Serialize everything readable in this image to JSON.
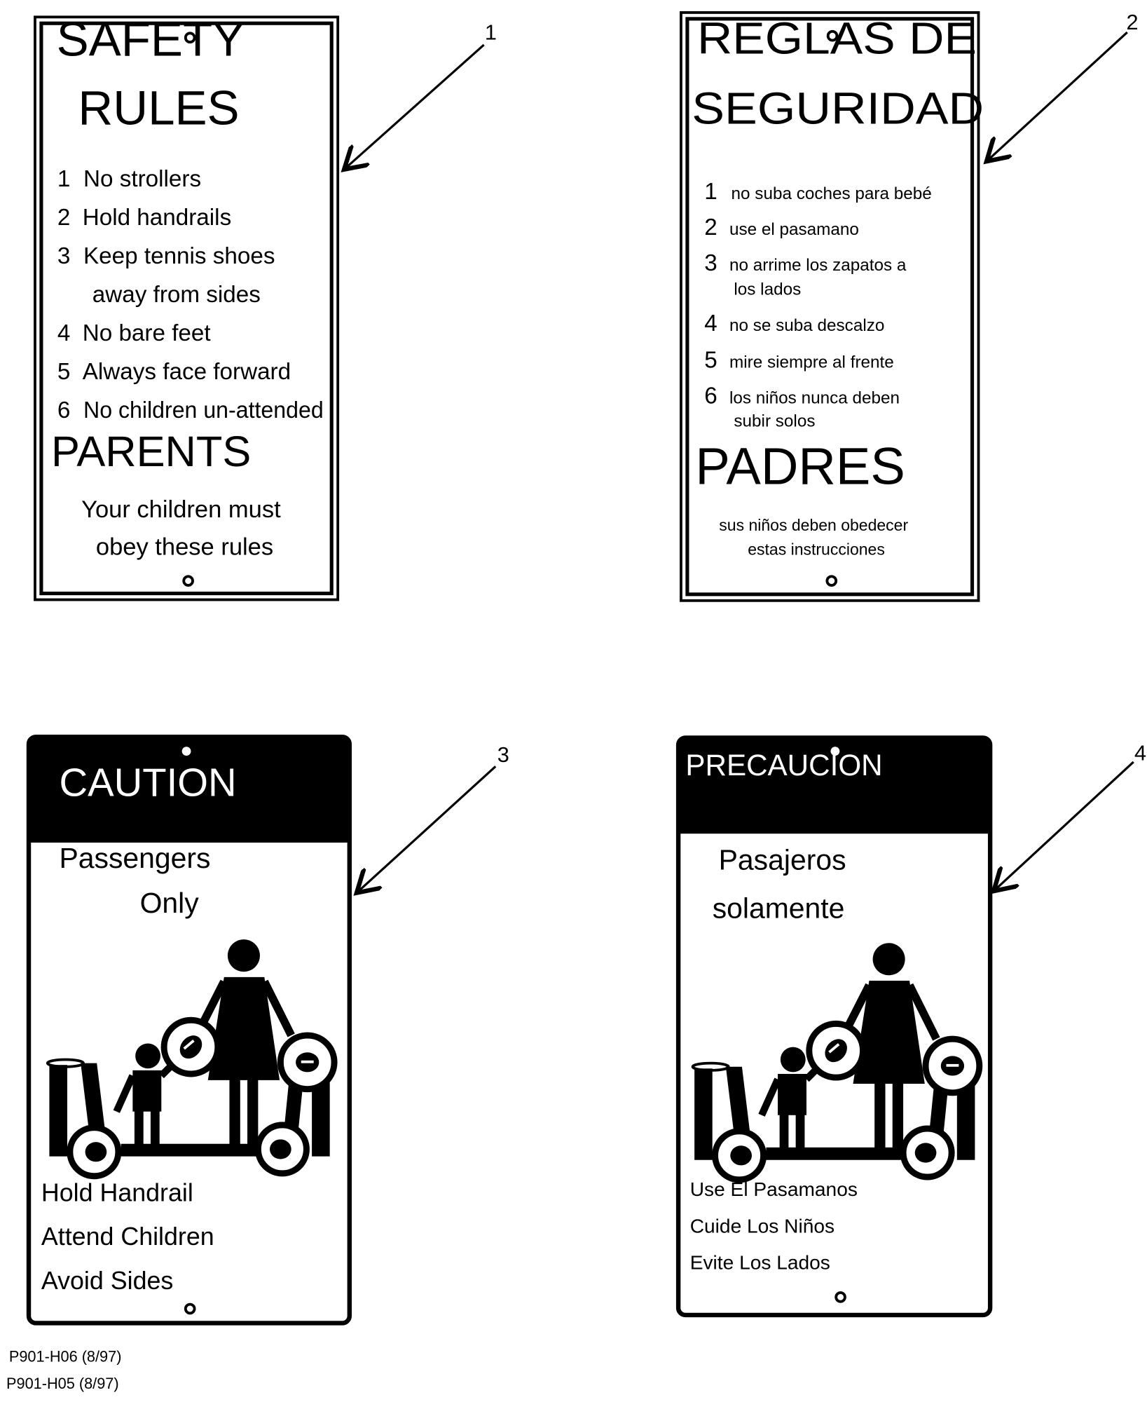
{
  "signs": [
    {
      "callout": "1",
      "title": [
        "SAFETY",
        "RULES"
      ],
      "rules": [
        {
          "num": "1",
          "text": "No strollers"
        },
        {
          "num": "2",
          "text": "Hold handrails"
        },
        {
          "num": "3",
          "text": "Keep tennis shoes",
          "cont": "away from sides"
        },
        {
          "num": "4",
          "text": "No bare feet"
        },
        {
          "num": "5",
          "text": "Always face forward"
        },
        {
          "num": "6",
          "text": "No children un-attended"
        }
      ],
      "subtitle": "PARENTS",
      "footer": [
        "Your children must",
        "obey these rules"
      ]
    },
    {
      "callout": "2",
      "title": [
        "REGLAS DE",
        "SEGURIDAD"
      ],
      "rules": [
        {
          "num": "1",
          "text": "no suba coches para bebé"
        },
        {
          "num": "2",
          "text": "use el pasamano"
        },
        {
          "num": "3",
          "text": "no arrime los zapatos a",
          "cont": "los lados"
        },
        {
          "num": "4",
          "text": "no se suba descalzo"
        },
        {
          "num": "5",
          "text": "mire siempre al frente"
        },
        {
          "num": "6",
          "text": "los niños nunca deben",
          "cont": "subir solos"
        }
      ],
      "subtitle": "PADRES",
      "footer": [
        "sus niños deben obedecer",
        "estas instrucciones"
      ]
    },
    {
      "callout": "3",
      "header": "CAUTION",
      "heading": [
        "Passengers",
        "Only"
      ],
      "instructions": [
        "Hold Handrail",
        "Attend Children",
        "Avoid Sides"
      ]
    },
    {
      "callout": "4",
      "header": "PRECAUCION",
      "heading": [
        "Pasajeros",
        "solamente"
      ],
      "instructions": [
        "Use El Pasamanos",
        "Cuide Los Niños",
        "Evite Los Lados"
      ]
    }
  ],
  "part_numbers": [
    "P901-H06 (8/97)",
    "P901-H05 (8/97)"
  ]
}
